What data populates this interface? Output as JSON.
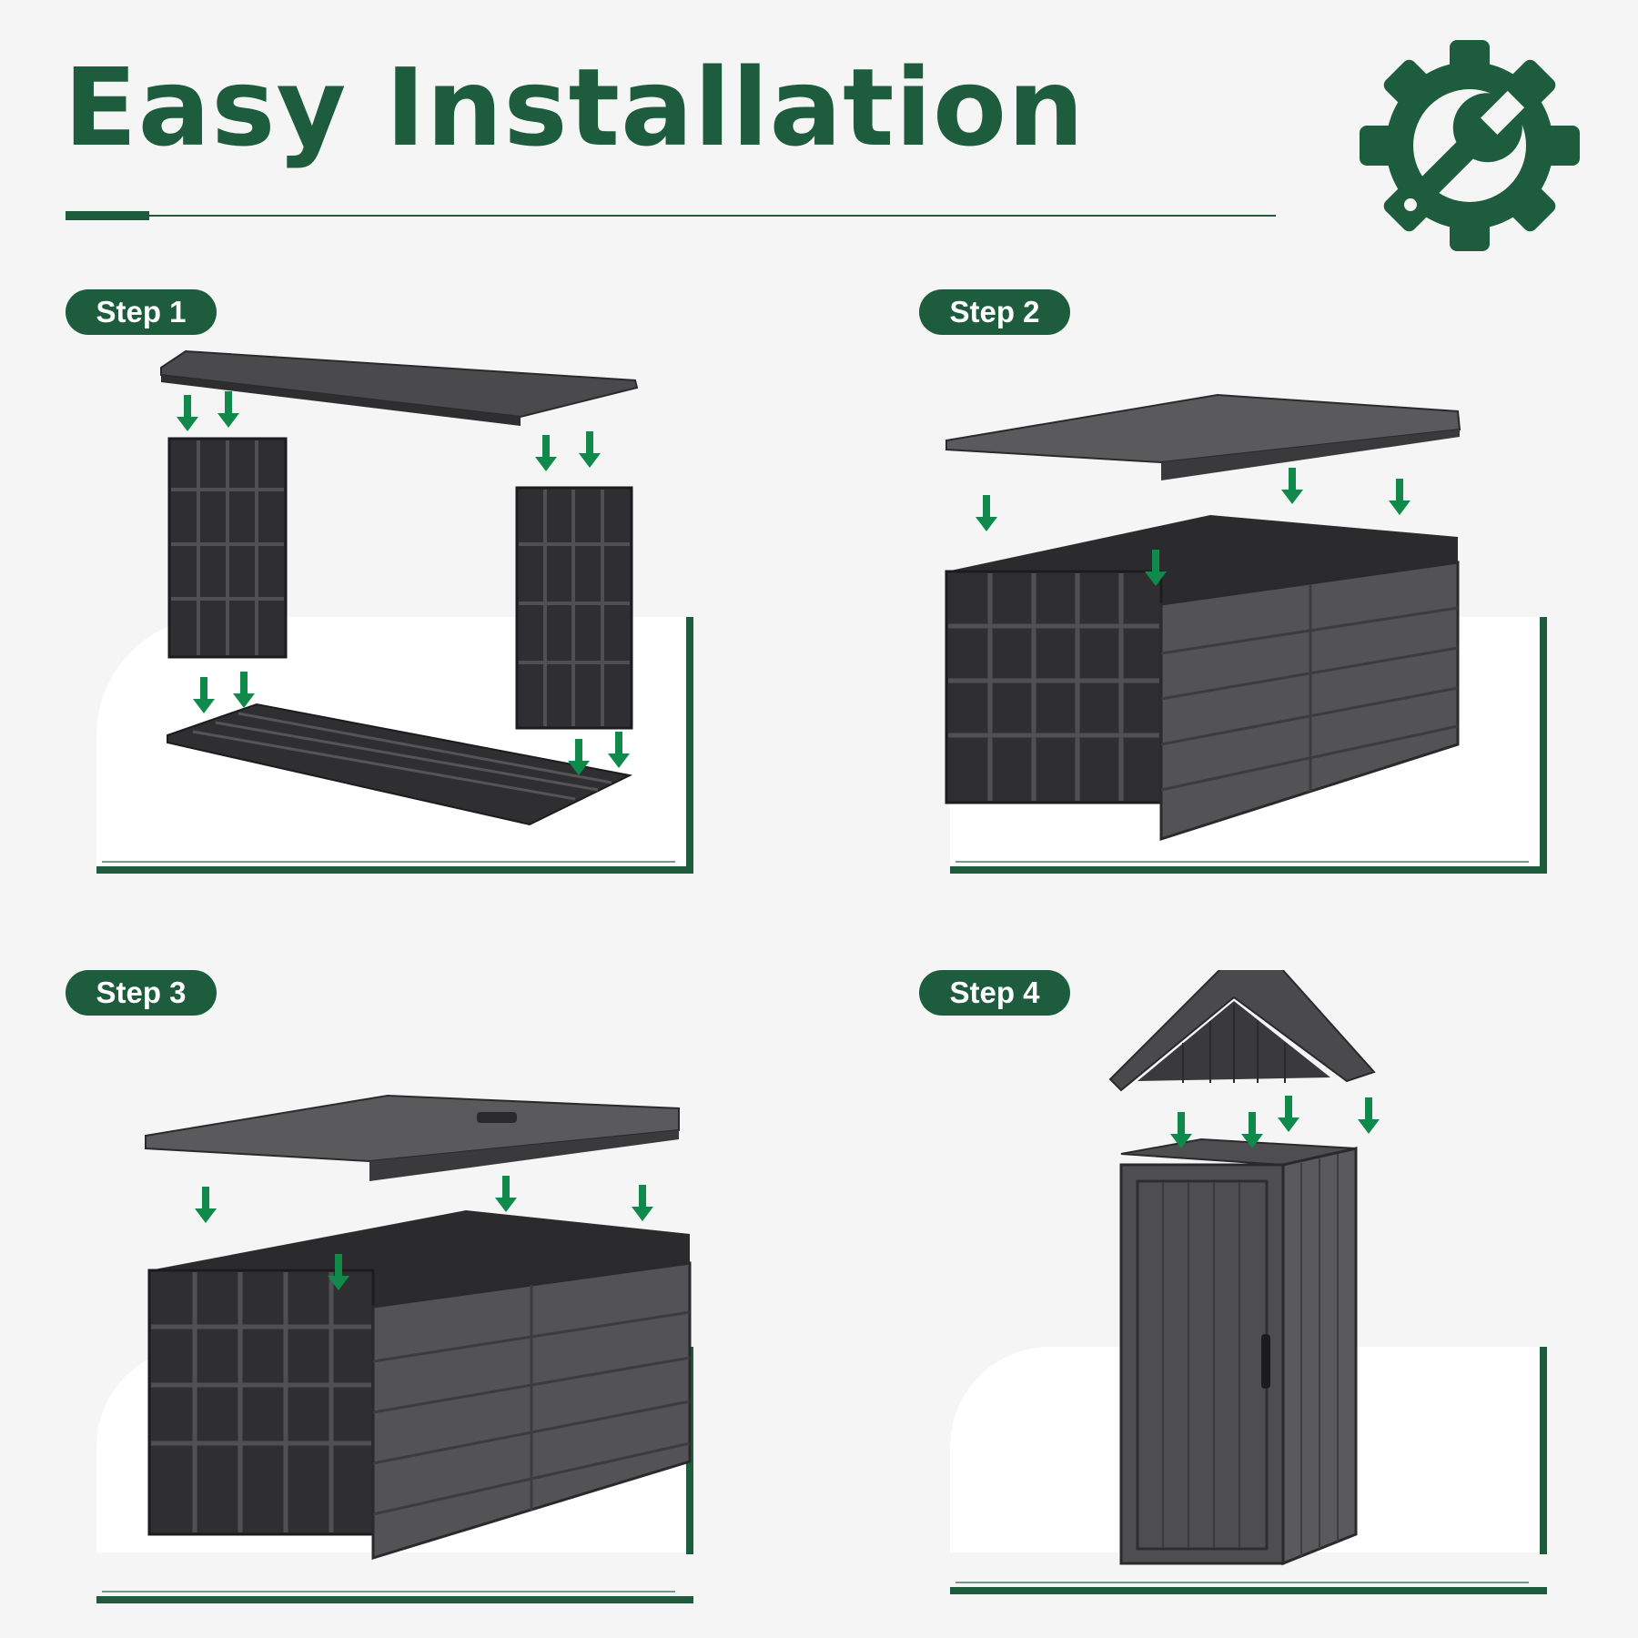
{
  "header": {
    "title": "Easy Installation"
  },
  "steps": [
    {
      "label": "Step 1"
    },
    {
      "label": "Step 2"
    },
    {
      "label": "Step 3"
    },
    {
      "label": "Step 4"
    }
  ],
  "colors": {
    "brand_green": "#1d5c3c",
    "arrow_green": "#0f8a4a",
    "panel_dark": "#3a3a3c",
    "panel_mid": "#4a4a4c",
    "background": "#f5f5f5"
  },
  "icons": {
    "header_icon": "gear-wrench-icon",
    "arrow_icon": "down-arrow-icon"
  }
}
